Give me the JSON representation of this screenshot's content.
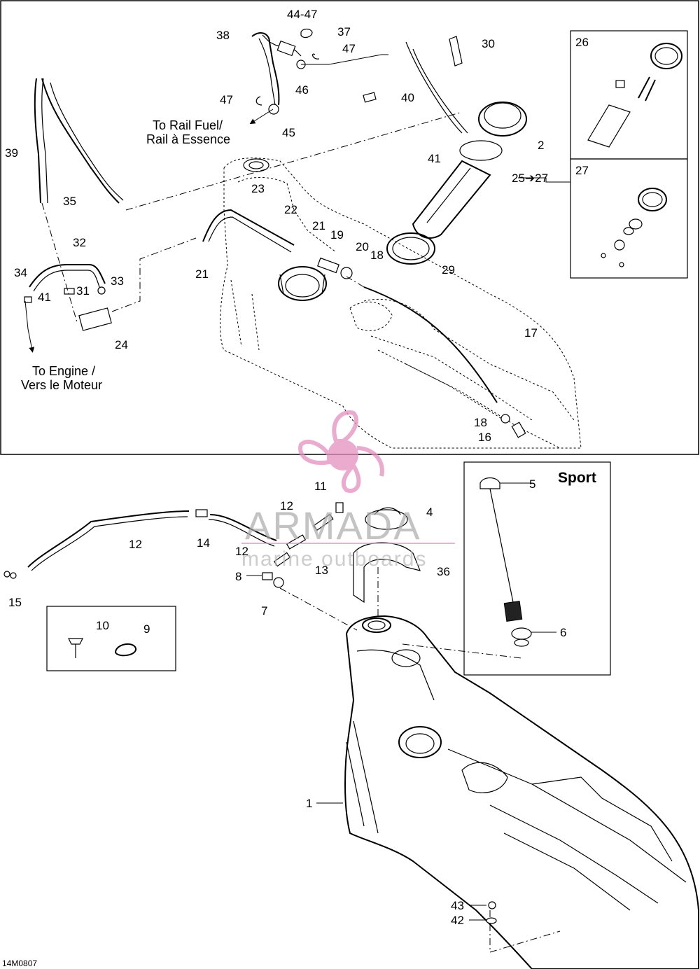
{
  "top_section": {
    "labels": [
      "44-47",
      "37",
      "38",
      "47",
      "30",
      "47",
      "46",
      "40",
      "45",
      "2",
      "39",
      "41",
      "35",
      "23",
      "22",
      "25➔27",
      "21",
      "19",
      "20",
      "18",
      "29",
      "32",
      "34",
      "33",
      "41",
      "31",
      "21",
      "24",
      "17",
      "18",
      "16"
    ],
    "annotations": {
      "to_rail": [
        "To Rail Fuel/",
        "Rail à Essence"
      ],
      "to_engine": [
        "To Engine /",
        "Vers le Moteur"
      ]
    },
    "inset_26": "26",
    "inset_27": "27"
  },
  "bottom_section": {
    "labels": [
      "11",
      "12",
      "4",
      "12",
      "14",
      "12",
      "13",
      "36",
      "8",
      "7",
      "15",
      "10",
      "9",
      "5",
      "6",
      "1",
      "43",
      "42"
    ],
    "sport_title": "Sport"
  },
  "watermark": {
    "title": "ARMADA",
    "subtitle": "marine outboards",
    "logo": "propeller-logo"
  },
  "figure_code": "14M0807",
  "colors": {
    "watermark_logo": "#e38fbf",
    "watermark_text": "#a9a9a9",
    "line": "#000000"
  }
}
